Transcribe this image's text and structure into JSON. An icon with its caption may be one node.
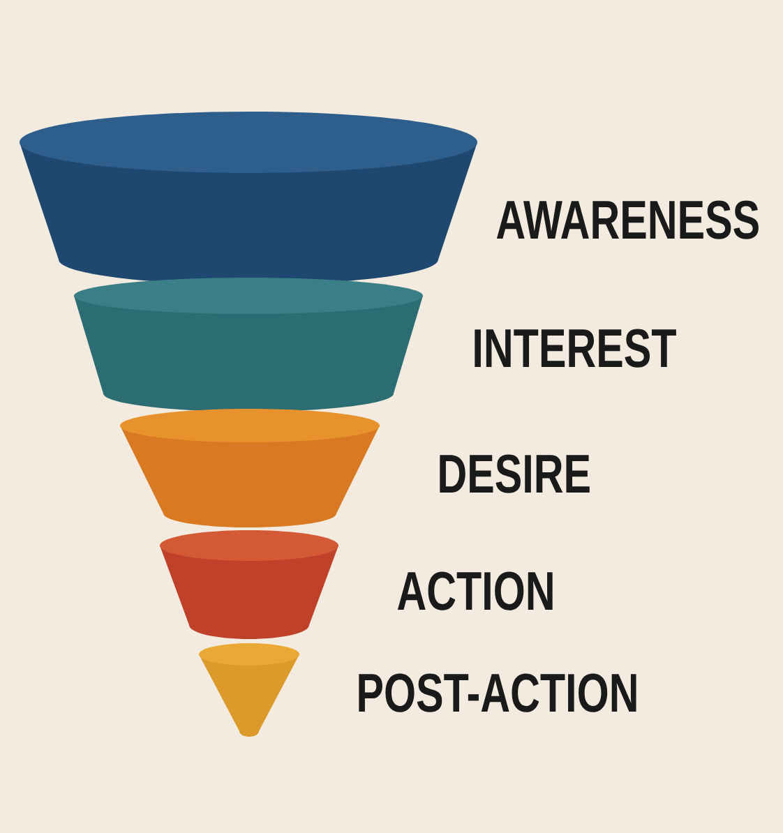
{
  "diagram": {
    "nodes": [
      {
        "text": [],
        "shape": "cone",
        "beside": [
          "AWARENESS"
        ]
      },
      {
        "text": [],
        "shape": "cone",
        "beside": [
          "INTEREST"
        ]
      },
      {
        "text": [],
        "shape": "cone",
        "beside": [
          "DESIRE"
        ]
      },
      {
        "text": [],
        "shape": "cone",
        "beside": [
          "ACTION"
        ]
      },
      {
        "text": [],
        "shape": "cone",
        "beside": [
          "POST-ACTION"
        ]
      }
    ]
  }
}
